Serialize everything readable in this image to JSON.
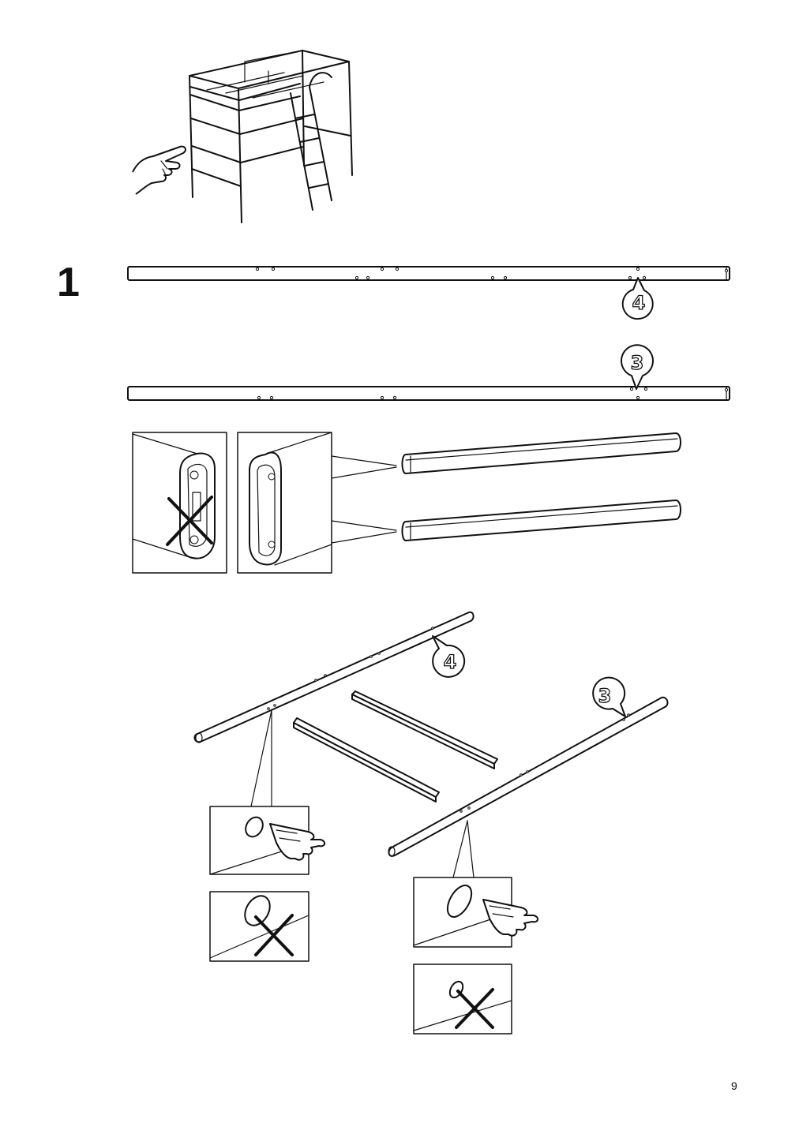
{
  "page": {
    "step_number": "1",
    "page_number": "9"
  },
  "callouts": {
    "part_4": "4",
    "part_3": "3"
  },
  "icons": {
    "top_hand": "pointing-hand-icon",
    "wrong_mark": "cross-icon",
    "correct_hand": "pointing-hand-icon"
  }
}
